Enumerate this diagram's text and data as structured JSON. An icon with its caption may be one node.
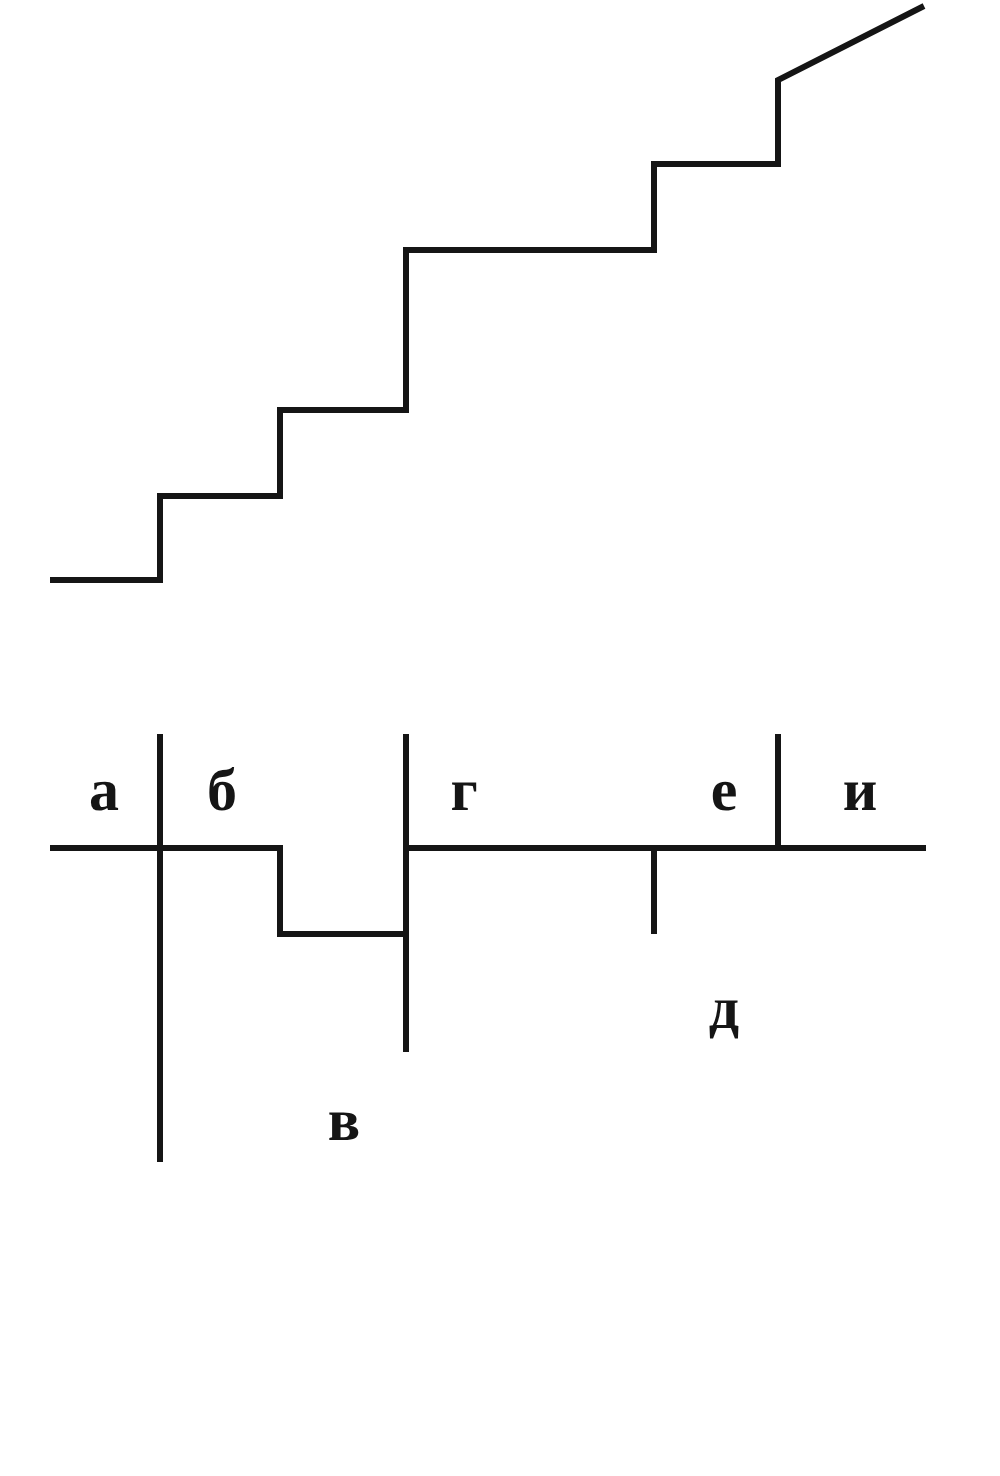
{
  "diagram": {
    "labels": [
      "а",
      "б",
      "г",
      "е",
      "и",
      "д",
      "в"
    ]
  }
}
